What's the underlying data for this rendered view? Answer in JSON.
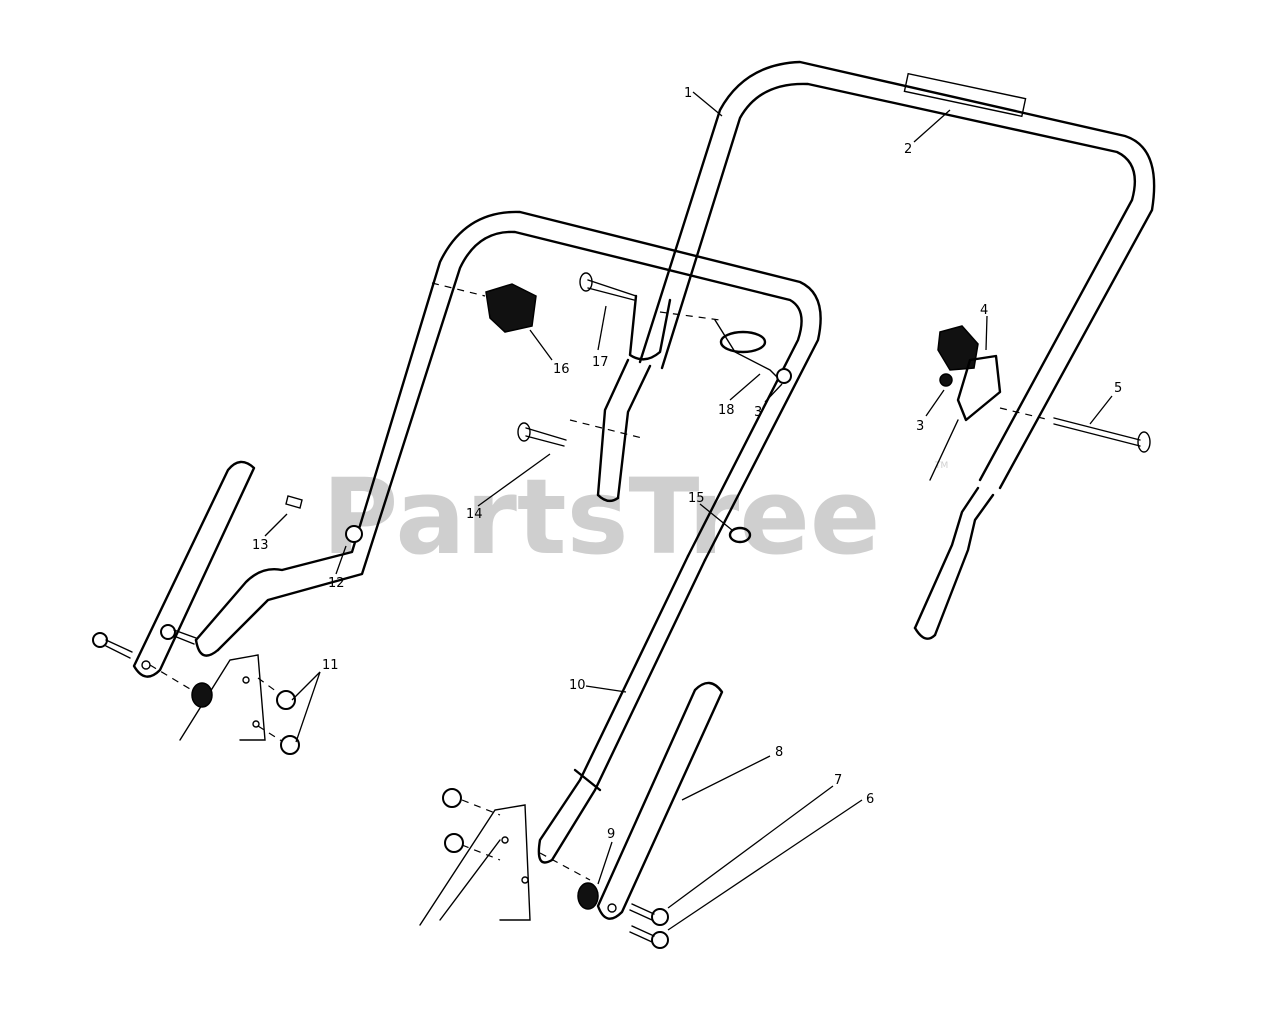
{
  "watermark": {
    "text": "PartsTree",
    "trademark": "TM"
  },
  "callouts": [
    "1",
    "2",
    "3",
    "4",
    "5",
    "6",
    "7",
    "8",
    "9",
    "10",
    "11",
    "12",
    "13",
    "14",
    "15",
    "16",
    "17",
    "18"
  ],
  "callout_3_repeat": "3"
}
